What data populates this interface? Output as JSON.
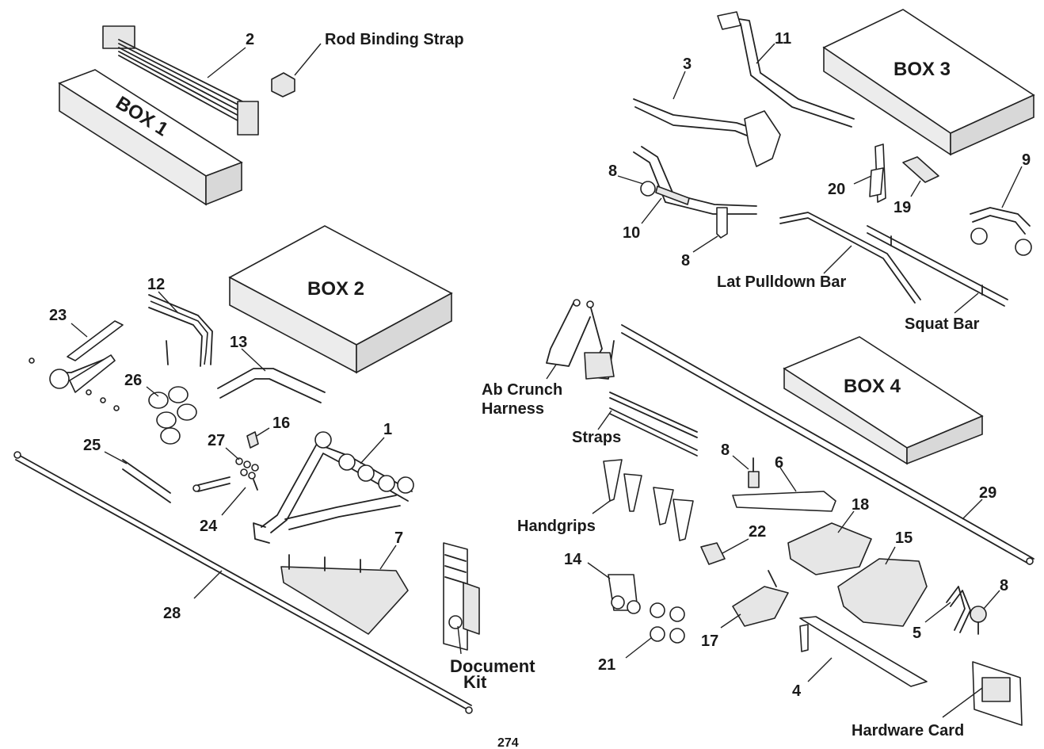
{
  "boxes": {
    "box1": "BOX 1",
    "box2": "BOX 2",
    "box3": "BOX 3",
    "box4": "BOX 4"
  },
  "labels": {
    "rod_binding_strap": "Rod Binding Strap",
    "lat_pulldown_bar": "Lat Pulldown Bar",
    "squat_bar": "Squat Bar",
    "ab_crunch_harness_1": "Ab Crunch",
    "ab_crunch_harness_2": "Harness",
    "straps": "Straps",
    "handgrips": "Handgrips",
    "document_kit_1": "Document",
    "document_kit_2": "Kit",
    "hardware_card": "Hardware Card"
  },
  "part_numbers": {
    "p1": "1",
    "p2": "2",
    "p3": "3",
    "p4": "4",
    "p5": "5",
    "p6": "6",
    "p7": "7",
    "p8a": "8",
    "p8b": "8",
    "p8c": "8",
    "p8d": "8",
    "p9": "9",
    "p10": "10",
    "p11": "11",
    "p12": "12",
    "p13": "13",
    "p14": "14",
    "p15": "15",
    "p16": "16",
    "p17": "17",
    "p18": "18",
    "p19": "19",
    "p20": "20",
    "p21": "21",
    "p22": "22",
    "p23": "23",
    "p24": "24",
    "p25": "25",
    "p26": "26",
    "p27": "27",
    "p28": "28",
    "p29": "29"
  },
  "page_number": "274"
}
